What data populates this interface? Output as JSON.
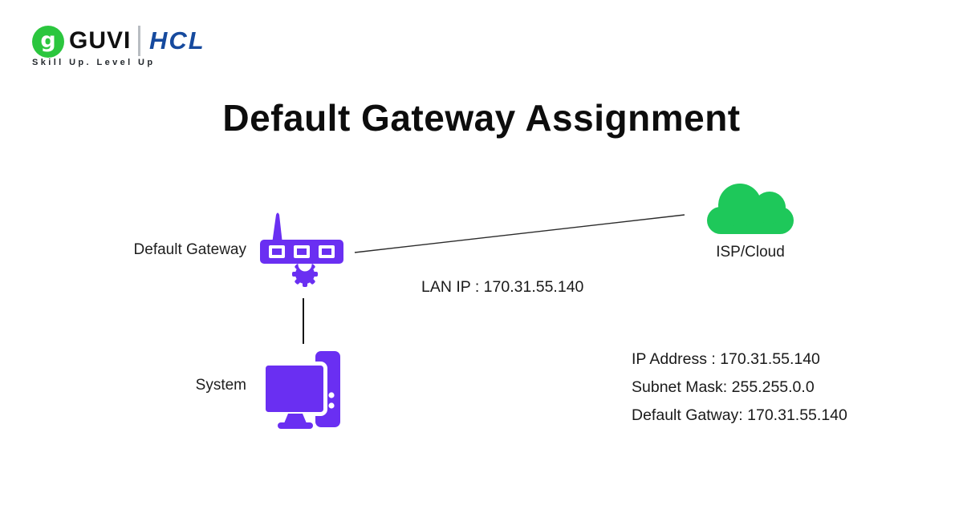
{
  "brand": {
    "guvi": "GUVI",
    "hcl": "HCL",
    "tagline": "Skill Up. Level Up",
    "logo_letter": "g",
    "colors": {
      "guvi_green": "#2bc63e",
      "hcl_blue": "#164a9e"
    }
  },
  "title": "Default Gateway Assignment",
  "diagram": {
    "gateway_label": "Default Gateway",
    "cloud_label": "ISP/Cloud",
    "system_label": "System",
    "lan_ip": "LAN IP : 170.31.55.140",
    "details": [
      "IP Address : 170.31.55.140",
      "Subnet Mask: 255.255.0.0",
      "Default Gatway: 170.31.55.140"
    ],
    "colors": {
      "device_purple": "#6a2ff2",
      "cloud_green": "#1ec85a",
      "connector_line": "#2b2b2b"
    }
  }
}
